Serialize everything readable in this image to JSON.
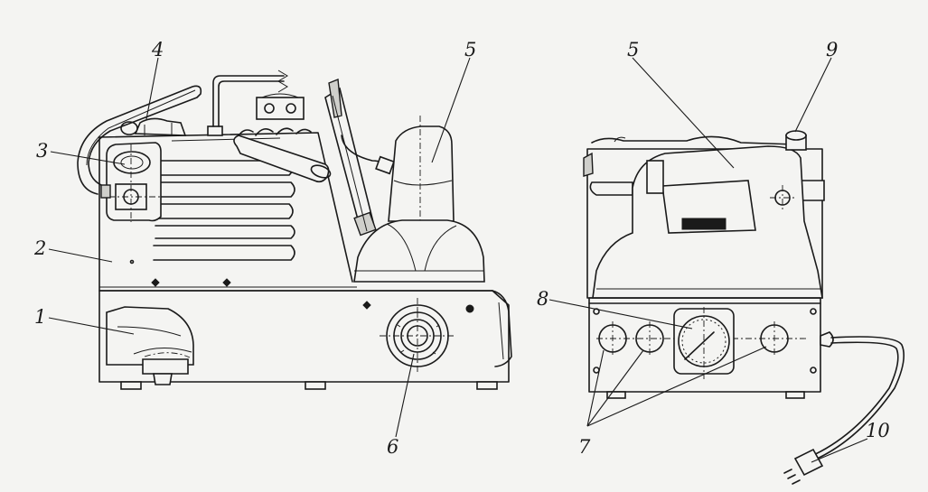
{
  "diagram": {
    "callouts": [
      {
        "id": "c1",
        "label": "1"
      },
      {
        "id": "c2",
        "label": "2"
      },
      {
        "id": "c3",
        "label": "3"
      },
      {
        "id": "c4",
        "label": "4"
      },
      {
        "id": "c5a",
        "label": "5"
      },
      {
        "id": "c5b",
        "label": "5"
      },
      {
        "id": "c6",
        "label": "6"
      },
      {
        "id": "c7",
        "label": "7"
      },
      {
        "id": "c8",
        "label": "8"
      },
      {
        "id": "c9",
        "label": "9"
      },
      {
        "id": "c10",
        "label": "10"
      }
    ]
  }
}
